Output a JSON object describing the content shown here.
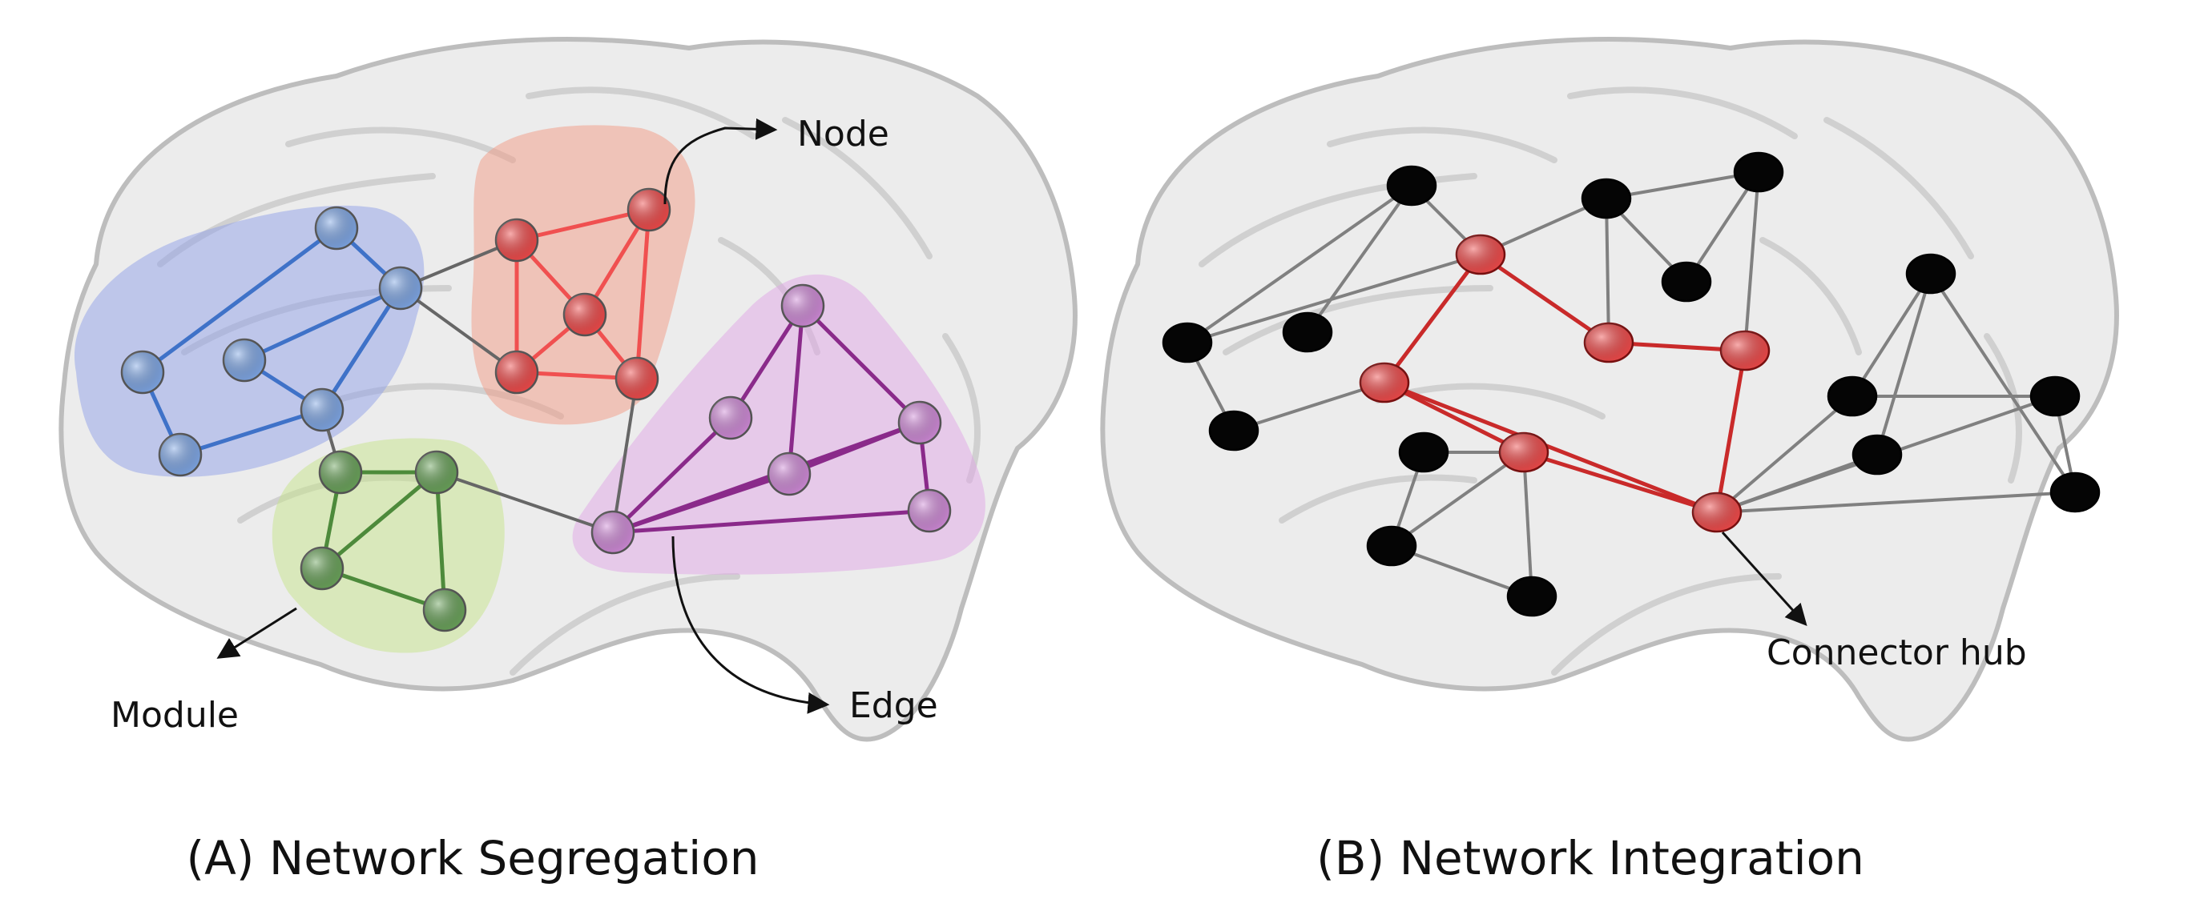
{
  "panels": [
    {
      "id": "segregation",
      "caption": "(A) Network Segregation",
      "annotations": {
        "node": "Node",
        "module": "Module",
        "edge": "Edge"
      },
      "modules": [
        {
          "id": "blue",
          "fill": "#8f9fe8",
          "node": "#7fa7e6",
          "edge": "#3f72c8"
        },
        {
          "id": "red",
          "fill": "#f29a83",
          "node": "#f04a4a",
          "edge": "#f05050"
        },
        {
          "id": "green",
          "fill": "#c6e38a",
          "node": "#6aa35a",
          "edge": "#4d8a3b"
        },
        {
          "id": "purple",
          "fill": "#e0a6e6",
          "node": "#d08ad8",
          "edge": "#8a2a8a"
        }
      ],
      "interconnect_edge_color": "#666666"
    },
    {
      "id": "integration",
      "caption": "(B) Network Integration",
      "annotations": {
        "hub": "Connector hub"
      },
      "node_color": "#050505",
      "hub_color": "#f04a4a",
      "hub_edge_color": "#c92a2a",
      "edge_color": "#808080"
    }
  ]
}
